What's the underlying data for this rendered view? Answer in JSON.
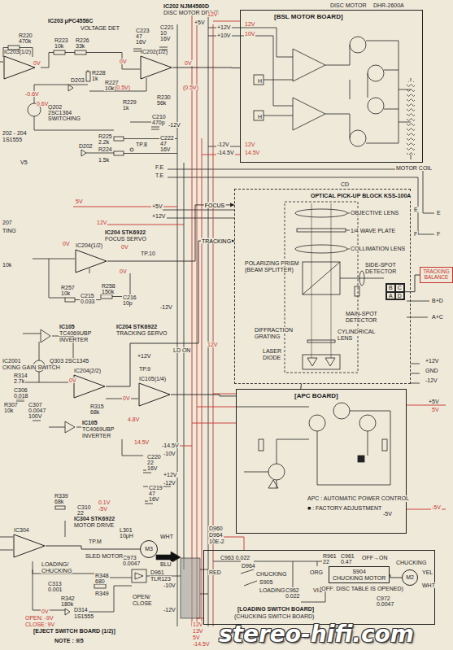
{
  "diagram": {
    "nodes": [
      {
        "text": [
          "[BSL MOTOR BOARD]"
        ]
      },
      {
        "text": [
          "IC203(1/2)"
        ]
      },
      {
        "text": [
          "IC202(1/2)"
        ]
      },
      {
        "text": [
          "IC204(1/2)"
        ]
      },
      {
        "text": [
          "IC204(2/2)"
        ]
      },
      {
        "text": [
          "IC105(1/4)"
        ]
      },
      {
        "text": [
          "IC304"
        ]
      },
      {
        "text": [
          "OPTICAL PICK-UP BLOCK KSS-100A"
        ]
      },
      {
        "text": [
          "B",
          "C",
          "A",
          "D"
        ],
        "in": 7
      },
      {
        "text": [
          "TRACKING BALANCE"
        ]
      },
      {
        "text": [
          "[APC BOARD]",
          "APC : AUTOMATIC POWER CONTROL",
          "■ : FACTORY ADJUSTMENT"
        ]
      },
      {
        "text": [
          "M3"
        ]
      },
      {
        "text": [
          "[LOADING SWITCH BOARD]",
          "(CHUCKING SWITCH BOARD)"
        ]
      },
      {
        "text": [
          "S904",
          "CHUCKING MOTOR"
        ],
        "in": 12
      },
      {
        "text": [
          "M2"
        ],
        "in": 12
      }
    ],
    "edges": [
      {
        "from": 2,
        "to": 0,
        "arrow": "none"
      },
      {
        "from": 3,
        "to": 7,
        "label": "FOCUS",
        "arrow": "to"
      },
      {
        "from": 4,
        "to": 7,
        "label": "TRACKING",
        "arrow": "to"
      },
      {
        "from": 8,
        "to": 9,
        "arrow": "none"
      },
      {
        "from": 10,
        "to": 7,
        "arrow": "none"
      },
      {
        "from": 6,
        "to": 11,
        "arrow": "none"
      },
      {
        "from": 13,
        "to": 14,
        "arrow": "none"
      },
      {
        "from": 5,
        "to": 10,
        "arrow": "none"
      }
    ],
    "labels": [
      "DISC MOTOR",
      "DHR-2600A",
      "IC202 NJM4560D",
      "DISC MOTOR DRIVE",
      "IC203 μPC4558C",
      "VOLTAGE DET",
      "R220",
      "470k",
      "R223",
      "10k",
      "R226",
      "33k",
      "C223",
      "47",
      "16V",
      "C221",
      "10",
      "16V",
      "+5V",
      "12V",
      "+12V",
      "+10V",
      "12V",
      "10V",
      "0V",
      "-0.6V",
      "0V",
      "(0.5V)",
      "0V",
      "(0.5V)",
      "D203",
      "R228",
      "1k",
      "R227",
      "10k",
      "R229",
      "1k",
      "R230",
      "56k",
      "C210",
      "470p",
      "0.6V",
      "Q202",
      "2SC1364",
      "SWITCHING",
      "D202",
      "R225",
      "2.2k",
      "R224",
      "1.5k",
      "202 - 204",
      "1S1555",
      "V5",
      "TP.8",
      "C222",
      "47",
      "16V",
      "-12V",
      "F.E",
      "T.E",
      "-12V",
      "12V",
      "-14.5V",
      "14.5V",
      "H",
      "H",
      "MOTOR COIL",
      "CD",
      "OBJECTIVE LENS",
      "1/4 WAVE PLATE",
      "COLLIMATION LENS",
      "POLARIZING PRISM",
      "(BEAM SPLITTER)",
      "SIDE-SPOT",
      "DETECTOR",
      "MAIN-SPOT",
      "DETECTOR",
      "CYLINDRICAL",
      "LENS",
      "DIFFRACTION",
      "GRATING",
      "LASER",
      "DIODE",
      "E",
      "F",
      "E",
      "F",
      "B+D",
      "A+C",
      "+12V",
      "GND",
      "-12V",
      "+5V",
      "5V",
      "-5V",
      "-5V",
      "IC204 STK6922",
      "FOCUS SERVO",
      "207",
      "TING",
      "+5V",
      "+12V",
      "5V",
      "12V",
      "0V",
      "0V",
      "0V",
      "TP.10",
      "R257",
      "10k",
      "C215",
      "0.033",
      "R258",
      "150k",
      "C216",
      "10p",
      "-12V",
      "10k",
      "IC105",
      "TC4069UBP",
      "INVERTER",
      "IC204 STK6922",
      "TRACKING SERVO",
      "LD ON",
      "+12V",
      "12V",
      "IC2001",
      "CKING GAIN SWITCH",
      "Q303 2SC1345",
      "TP.9",
      "0V",
      "0V",
      "4.8V",
      "R314",
      "2.7k",
      "C306",
      "0.018",
      "R307",
      "10k",
      "C307",
      "0.0047",
      "100V",
      "R315",
      "68k",
      "IC105",
      "TC4069UBP",
      "INVERTER",
      "-14.5V",
      "14.5V",
      "C220",
      "22",
      "16V",
      "-10V",
      "+12V",
      "-12V",
      "C219",
      "47",
      "16V",
      "R339",
      "68k",
      "C310",
      "22",
      "IC304 STK6922",
      "MOTOR DRIVE",
      "0.1V",
      "-5V",
      "L301",
      "10μH",
      "C973",
      "0.0047",
      "WHT",
      "TP.M",
      "SLED MOTOR",
      "BLU",
      "LOADING/",
      "CHUCKING",
      "C313",
      "0.001",
      "R342",
      "180k",
      "R348",
      "680",
      "R349",
      "D961",
      "TLR123",
      "OPEN/",
      "CLOSE",
      "D314",
      "1S1555",
      "0V",
      "OPEN: -9V",
      "CLOSE: 9V",
      "[EJECT SWITCH BOARD (1/2)]",
      "NOTE : ※5",
      "-10V",
      "-12V",
      "D960",
      "D964",
      "10E-2",
      "RED",
      "C963 0.022",
      "D964",
      "CHUCKING",
      "S905",
      "LOADING",
      "VIO",
      "C962",
      "0.022",
      "R961",
      "22",
      "C961",
      "0.47",
      "ORG",
      "OFF→ON",
      "(OFF: DISC TABLE IS OPENED)",
      "CHUCKING",
      "C972",
      "0.0047",
      "YEL",
      "WHT",
      "12V",
      "13V",
      "5V",
      "-14.5V",
      "stereo-hifi.com"
    ]
  }
}
